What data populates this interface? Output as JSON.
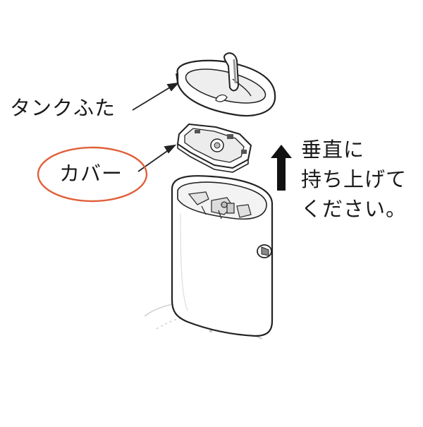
{
  "labels": {
    "tank_lid": "タンクふた",
    "cover": "カバー"
  },
  "instruction": {
    "line1": "垂直に",
    "line2": "持ち上げて",
    "line3": "ください。"
  },
  "colors": {
    "highlight_ellipse": "#e0603a",
    "line": "#222222",
    "fill": "#ffffff"
  }
}
